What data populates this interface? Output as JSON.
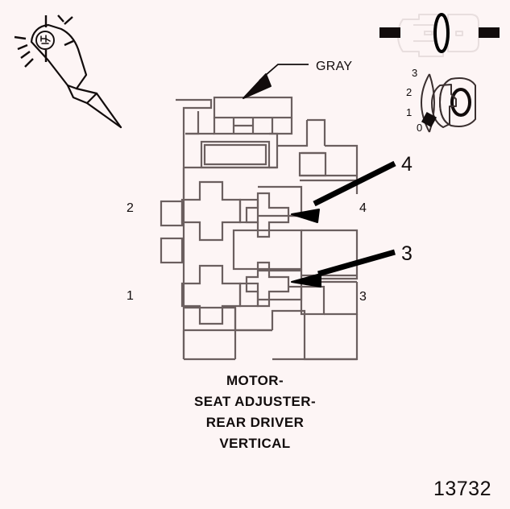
{
  "figure": {
    "number": "13732",
    "caption_lines": [
      "MOTOR-",
      "SEAT ADJUSTER-",
      "REAR DRIVER",
      "VERTICAL"
    ]
  },
  "tools": {
    "test_light": {
      "name": "test-light-probe",
      "description": "Illuminated test light probe with radiating light rays"
    },
    "connector_icon": {
      "name": "connector-cavity-icon",
      "description": "Two-piece electrical connector shown mated, with one cavity highlighted"
    },
    "ignition_key": {
      "name": "ignition-key-icon",
      "label": "0",
      "positions": [
        "3",
        "2",
        "1",
        "0"
      ],
      "selected_position": "0"
    }
  },
  "connector": {
    "wire_label": "GRAY",
    "pin_labels_left": [
      "2",
      "1"
    ],
    "pin_labels_right": [
      "4",
      "3"
    ]
  },
  "callouts": [
    {
      "number": "4",
      "target": "cavity-4"
    },
    {
      "number": "3",
      "target": "cavity-3"
    }
  ],
  "colors": {
    "background": "#fdf5f5",
    "ink": "#120c0c",
    "line": "#6b5f5f",
    "highlight": "#000000"
  }
}
